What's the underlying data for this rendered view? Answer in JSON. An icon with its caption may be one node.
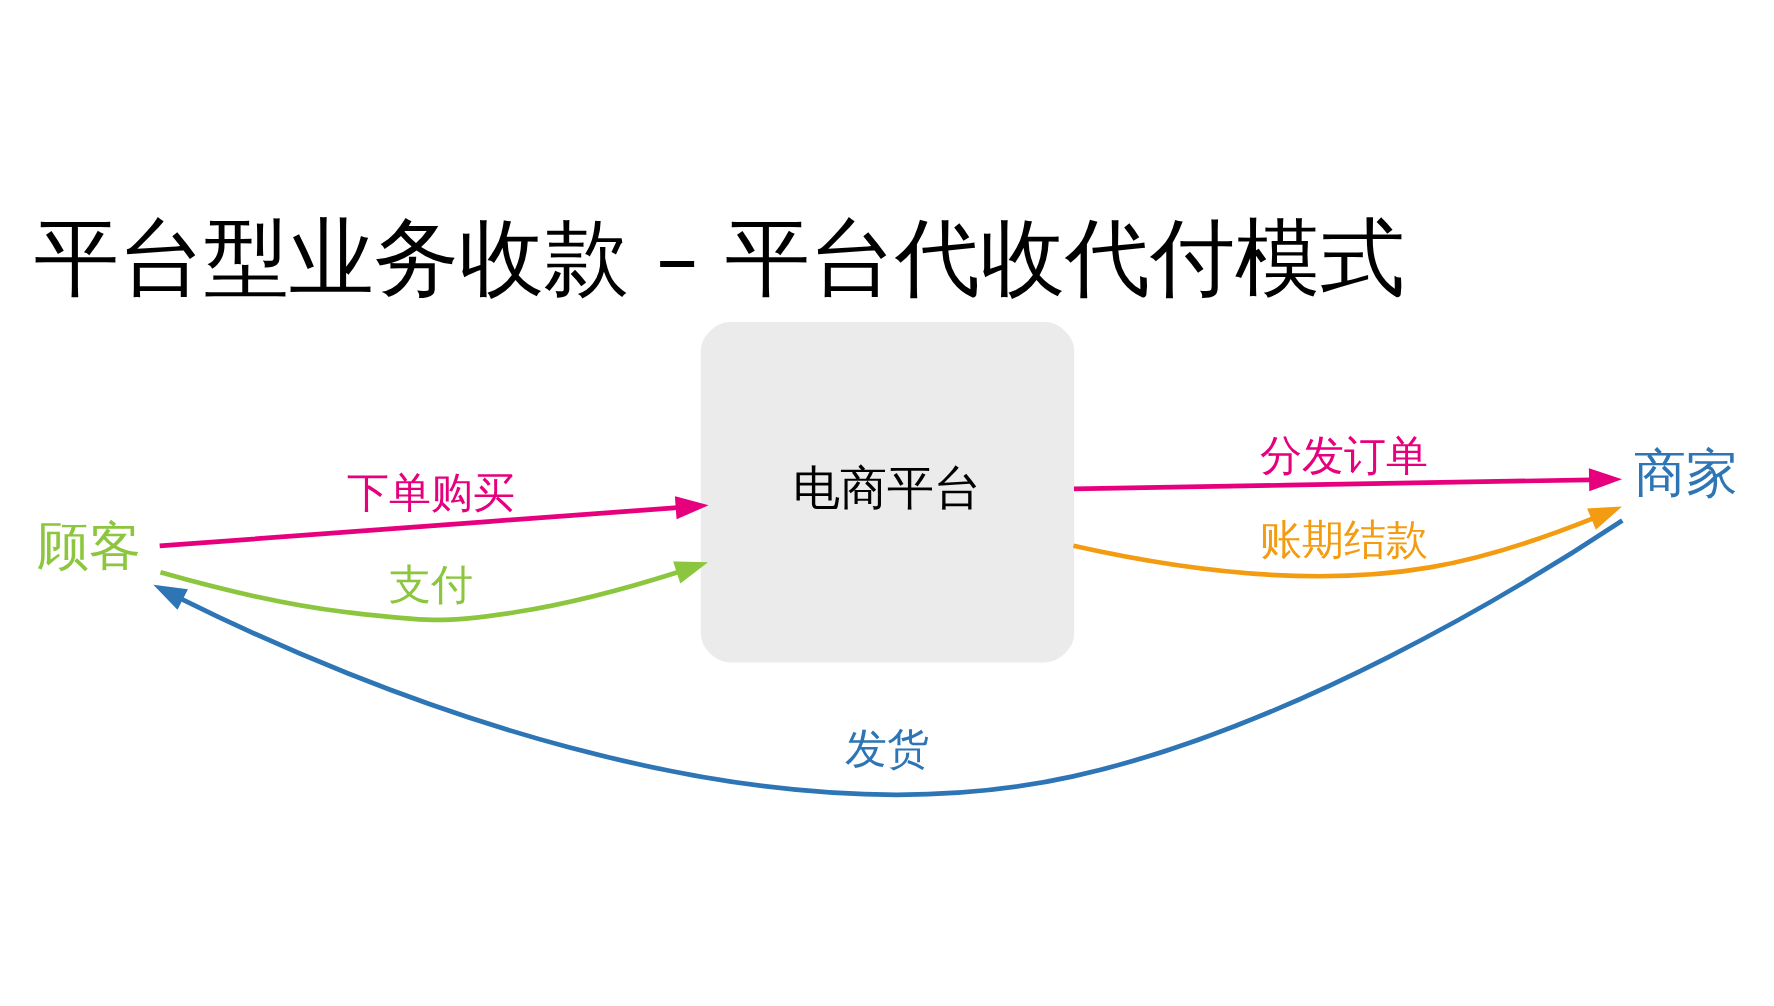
{
  "diagram": {
    "title": "平台型业务收款 – 平台代收代付模式",
    "nodes": [
      {
        "text": [
          "顾客"
        ]
      },
      {
        "text": [
          "电商平台"
        ]
      },
      {
        "text": [
          "商家"
        ]
      }
    ],
    "edges": [
      {
        "from": 2,
        "to": 0,
        "arrow": "to",
        "label": "发货",
        "color": "#2e75b6"
      },
      {
        "from": 0,
        "to": 1,
        "arrow": "to",
        "label": "下单购买",
        "color": "#e6007e"
      },
      {
        "from": 1,
        "to": 2,
        "arrow": "to",
        "label": "分发订单",
        "color": "#e6007e"
      },
      {
        "from": 0,
        "to": 1,
        "arrow": "to",
        "label": "支付",
        "color": "#8cc63f"
      },
      {
        "from": 1,
        "to": 2,
        "arrow": "to",
        "label": "账期结款",
        "color": "#f39c12"
      }
    ]
  }
}
